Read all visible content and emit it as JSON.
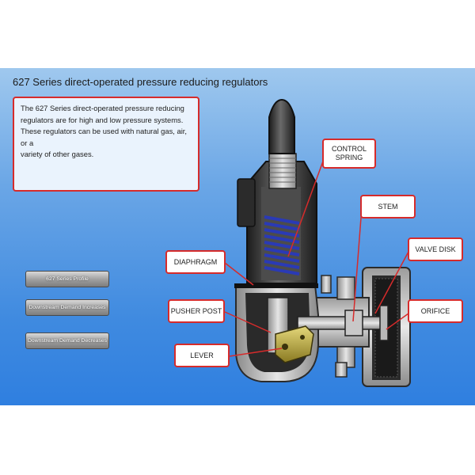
{
  "title": "627 Series direct-operated pressure reducing regulators",
  "description": {
    "line1": "The 627 Series direct-operated pressure reducing",
    "line2": "regulators are for high and low pressure systems.",
    "line3": "These regulators can be used with natural gas, air, or a",
    "line4": "variety of other gases."
  },
  "nav": {
    "profile": "627 Series Profile",
    "increases": "Downstream Demand Increases",
    "decreases": "Downstream Demand Decreases"
  },
  "callouts": {
    "control_line1": "CONTROL",
    "control_line2": "SPRING",
    "stem": "STEM",
    "valve_disk": "VALVE DISK",
    "orifice": "ORIFICE",
    "diaphragm": "DIAPHRAGM",
    "pusher_post": "PUSHER POST",
    "lever": "LEVER"
  },
  "colors": {
    "callout_border": "#d62b2b",
    "spring": "#2a3ab5",
    "body": "#3a3a3a"
  }
}
